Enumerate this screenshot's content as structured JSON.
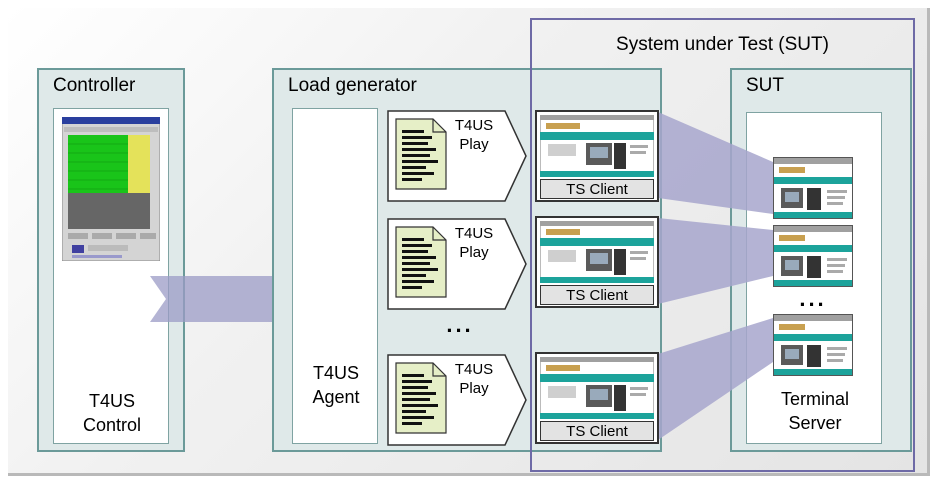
{
  "diagram": {
    "sut_title": "System under Test (SUT)",
    "controller": {
      "title": "Controller",
      "label_line1": "T4US",
      "label_line2": "Control",
      "screenshot_icon": "spreadsheet-screenshot-icon"
    },
    "load_generator": {
      "title": "Load generator",
      "agent_line1": "T4US",
      "agent_line2": "Agent",
      "play_line1": "T4US",
      "play_line2": "Play",
      "ellipsis": "...",
      "document_icon": "document-icon"
    },
    "ts_client_label": "TS Client",
    "sut": {
      "title": "SUT",
      "ellipsis": "...",
      "label_line1": "Terminal",
      "label_line2": "Server"
    },
    "colors": {
      "group_fill": "#dfe9e9",
      "group_border": "#6b9a99",
      "sut_border": "#6e6aa6",
      "arrow": "#9b9bc6",
      "document_fill": "#e6efc7"
    }
  }
}
